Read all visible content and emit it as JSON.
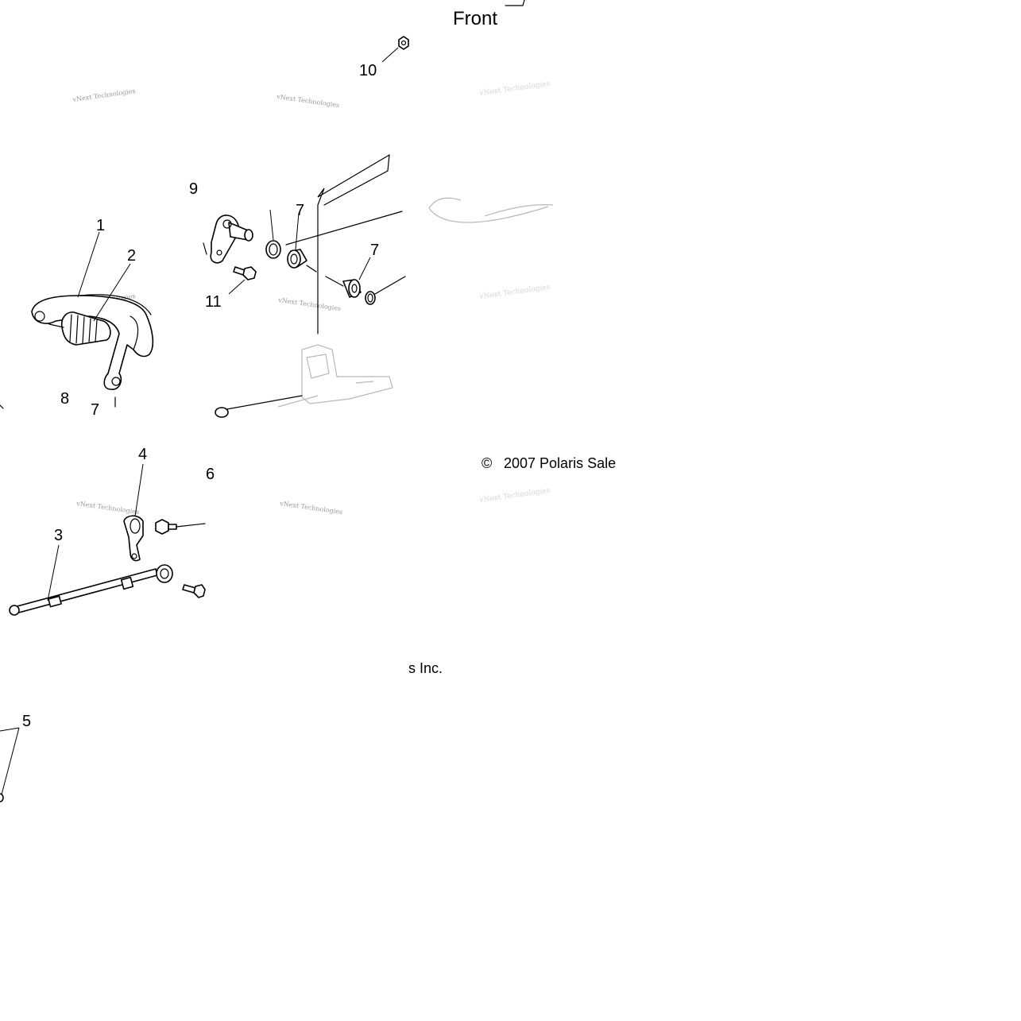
{
  "diagram": {
    "front_label": "Front",
    "copyright_symbol": "©",
    "copyright_text": "2007 Polaris Sale",
    "copyright_tail": "s Inc.",
    "watermark_text": "vNext Technologies",
    "callouts": {
      "c1": "1",
      "c2": "2",
      "c3": "3",
      "c4": "4",
      "c5": "5",
      "c6": "6",
      "c7a": "7",
      "c7b": "7",
      "c7c": "7",
      "c8": "8",
      "c9": "9",
      "c10": "10",
      "c11": "11"
    }
  }
}
